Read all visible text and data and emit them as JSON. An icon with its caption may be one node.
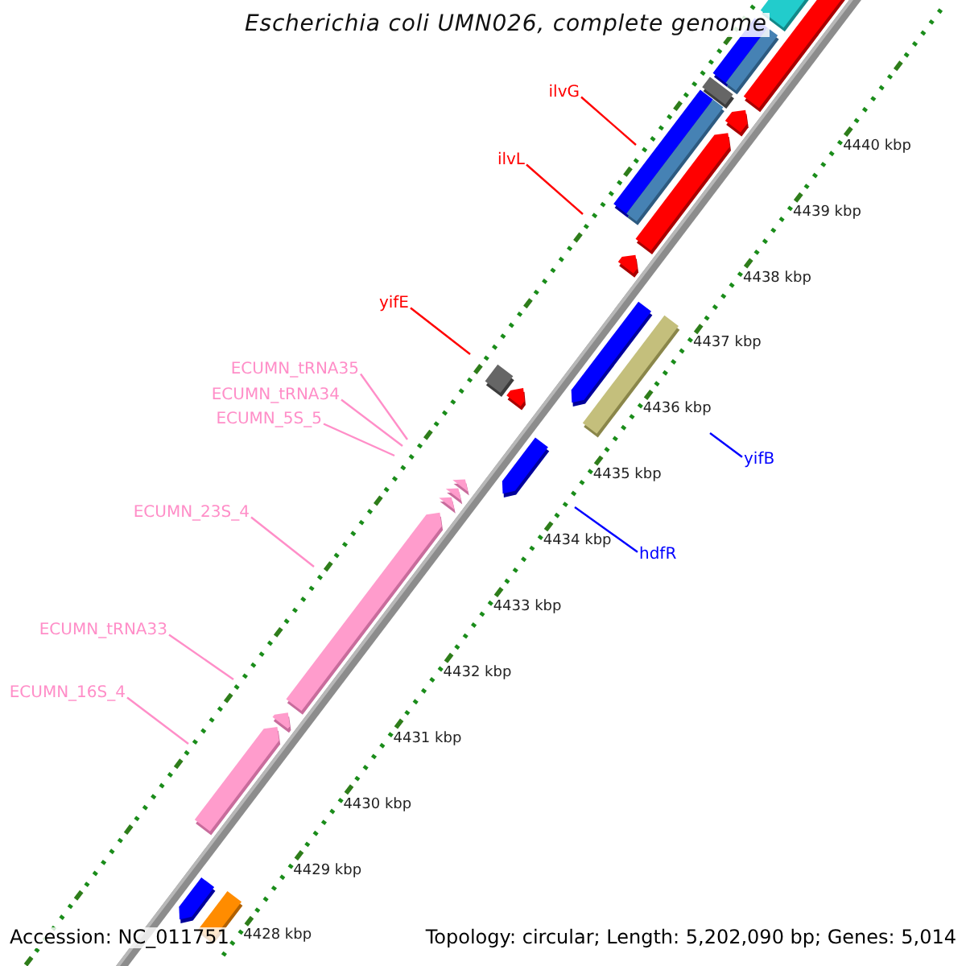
{
  "diagram": {
    "title": "Escherichia coli UMN026, complete genome",
    "nodes": [
      {
        "text": [
          "ilvG"
        ]
      },
      {
        "text": [
          "ilvL"
        ]
      },
      {
        "text": [
          "yifE"
        ]
      },
      {
        "text": [
          "ECUMN_tRNA35"
        ]
      },
      {
        "text": [
          "ECUMN_tRNA34"
        ]
      },
      {
        "text": [
          "ECUMN_5S_5"
        ]
      },
      {
        "text": [
          "ECUMN_23S_4"
        ]
      },
      {
        "text": [
          "ECUMN_tRNA33"
        ]
      },
      {
        "text": [
          "ECUMN_16S_4"
        ]
      },
      {
        "text": [
          "yifB"
        ]
      },
      {
        "text": [
          "hdfR"
        ]
      }
    ],
    "edges": [
      {
        "from": 0,
        "to": null,
        "arrow": "none",
        "color": "#ff0000"
      },
      {
        "from": 1,
        "to": null,
        "arrow": "none",
        "color": "#ff0000"
      },
      {
        "from": 2,
        "to": null,
        "arrow": "none",
        "color": "#ff0000"
      },
      {
        "from": 3,
        "to": null,
        "arrow": "none"
      },
      {
        "from": 4,
        "to": null,
        "arrow": "none"
      },
      {
        "from": 5,
        "to": null,
        "arrow": "none"
      },
      {
        "from": 6,
        "to": null,
        "arrow": "none"
      },
      {
        "from": 7,
        "to": null,
        "arrow": "none"
      },
      {
        "from": 8,
        "to": null,
        "arrow": "none"
      },
      {
        "from": 9,
        "to": null,
        "arrow": "none",
        "color": "#0000ff"
      },
      {
        "from": 10,
        "to": null,
        "arrow": "none",
        "color": "#0000ff"
      }
    ],
    "labels": [
      "4440 kbp",
      "4439 kbp",
      "4438 kbp",
      "4437 kbp",
      "4436 kbp",
      "4435 kbp",
      "4434 kbp",
      "4433 kbp",
      "4432 kbp",
      "4431 kbp",
      "4430 kbp",
      "4429 kbp",
      "4428 kbp",
      "Accession: NC_011751",
      "Topology: circular; Length: 5,202,090 bp; Genes: 5,014"
    ]
  }
}
